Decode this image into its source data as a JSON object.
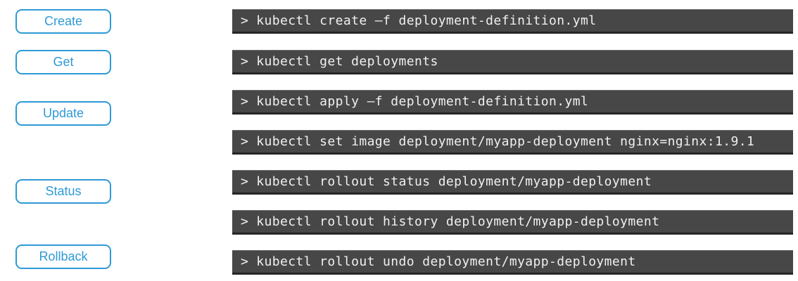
{
  "colors": {
    "accent": "#2e9ad6",
    "terminal_background": "#474747",
    "terminal_bottom_edge": "#262626",
    "terminal_text": "#f0f0f0",
    "page_background": "#ffffff"
  },
  "buttons": [
    {
      "label": "Create"
    },
    {
      "label": "Get"
    },
    {
      "label": "Update"
    },
    {
      "label": "Status"
    },
    {
      "label": "Rollback"
    }
  ],
  "terminal": {
    "prompt": ">",
    "commands": [
      "kubectl create –f deployment-definition.yml",
      "kubectl get deployments",
      "kubectl apply –f deployment-definition.yml",
      "kubectl set image deployment/myapp-deployment nginx=nginx:1.9.1",
      "kubectl rollout status deployment/myapp-deployment",
      "kubectl rollout history deployment/myapp-deployment",
      "kubectl rollout undo deployment/myapp-deployment"
    ]
  }
}
